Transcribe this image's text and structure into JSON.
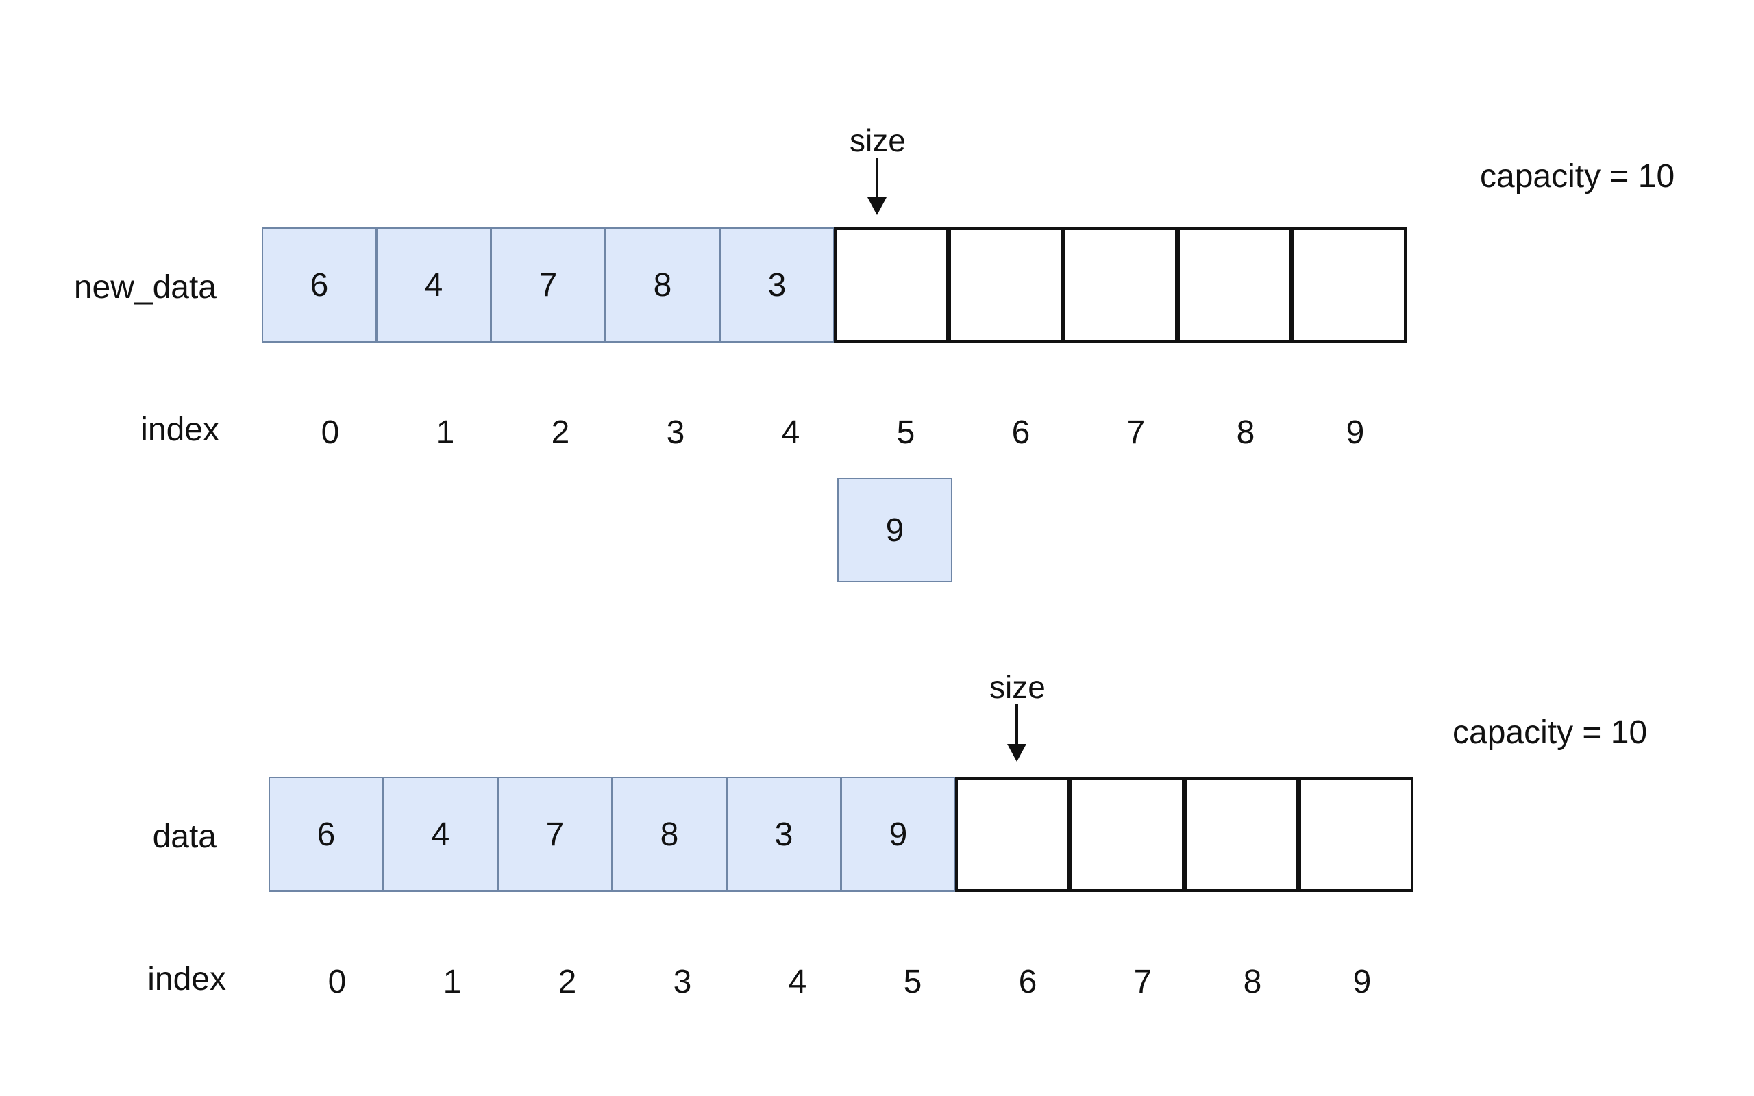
{
  "top": {
    "array_label": "new_data",
    "index_label": "index",
    "capacity_text": "capacity = 10",
    "size_label": "size",
    "cells": [
      "6",
      "4",
      "7",
      "8",
      "3",
      "",
      "",
      "",
      "",
      ""
    ],
    "indices": [
      "0",
      "1",
      "2",
      "3",
      "4",
      "5",
      "6",
      "7",
      "8",
      "9"
    ]
  },
  "pending": {
    "value": "9"
  },
  "bottom": {
    "array_label": "data",
    "index_label": "index",
    "capacity_text": "capacity = 10",
    "size_label": "size",
    "cells": [
      "6",
      "4",
      "7",
      "8",
      "3",
      "9",
      "",
      "",
      "",
      ""
    ],
    "indices": [
      "0",
      "1",
      "2",
      "3",
      "4",
      "5",
      "6",
      "7",
      "8",
      "9"
    ]
  },
  "colors": {
    "filled_cell": "#dde8fa",
    "filled_border": "#6f86a6",
    "empty_border": "#111111"
  }
}
